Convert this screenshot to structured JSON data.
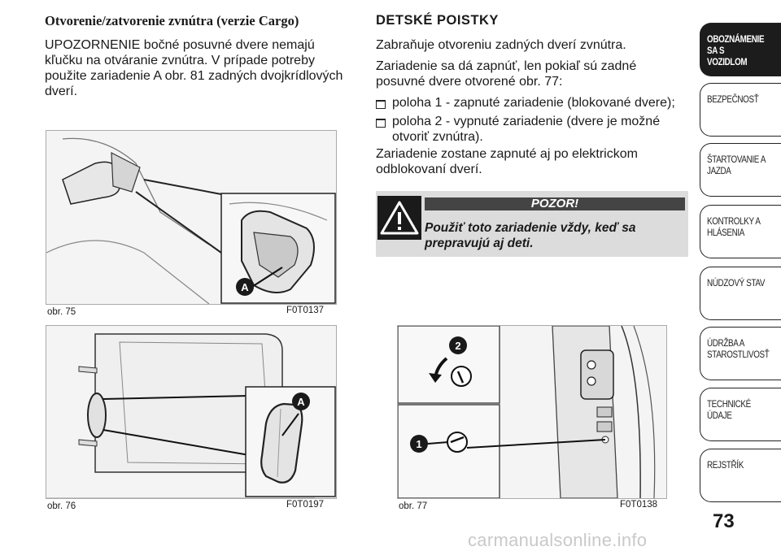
{
  "left": {
    "heading": "Otvorenie/zatvorenie zvnútra (verzie Cargo)",
    "paragraph": "UPOZORNENIE bočné posuvné dvere nemajú kľučku na otváranie zvnútra. V prípade potreby použite zariadenie A obr. 81 zadných dvojkrídlových dverí."
  },
  "right": {
    "heading": "DETSKÉ POISTKY",
    "p1": "Zabraňuje otvoreniu zadných dverí zvnútra.",
    "p2": "Zariadenie sa dá zapnúť, len pokiaľ sú zadné posuvné dvere otvorené obr. 77:",
    "bullets": [
      "poloha 1 - zapnuté zariadenie (blokované dvere);",
      "poloha 2 - vypnuté zariadenie (dvere je možné otvoriť zvnútra)."
    ],
    "p3": "Zariadenie zostane zapnuté aj po elektrickom odblokovaní dverí.",
    "warning": {
      "title": "POZOR!",
      "text": "Použiť toto zariadenie vždy, keď sa prepravujú aj deti."
    }
  },
  "figures": [
    {
      "caption": "obr. 75",
      "code": "F0T0137",
      "marker": "A"
    },
    {
      "caption": "obr. 76",
      "code": "F0T0197",
      "marker": "A"
    },
    {
      "caption": "obr. 77",
      "code": "F0T0138",
      "markers": [
        "2",
        "1"
      ]
    }
  ],
  "sidebar": {
    "items": [
      {
        "label": "OBOZNÁMENIE SA S VOZIDLOM",
        "active": true
      },
      {
        "label": "BEZPEČNOSŤ",
        "active": false
      },
      {
        "label": "ŠTARTOVANIE A JAZDA",
        "active": false
      },
      {
        "label": "KONTROLKY A HLÁSENIA",
        "active": false
      },
      {
        "label": "NÚDZOVÝ STAV",
        "active": false
      },
      {
        "label": "ÚDRŽBA A STAROSTLIVOSŤ",
        "active": false
      },
      {
        "label": "TECHNICKÉ ÚDAJE",
        "active": false
      },
      {
        "label": "REJSTŘÍK",
        "active": false
      }
    ]
  },
  "page_number": "73",
  "watermark": "carmanualsonline.info"
}
